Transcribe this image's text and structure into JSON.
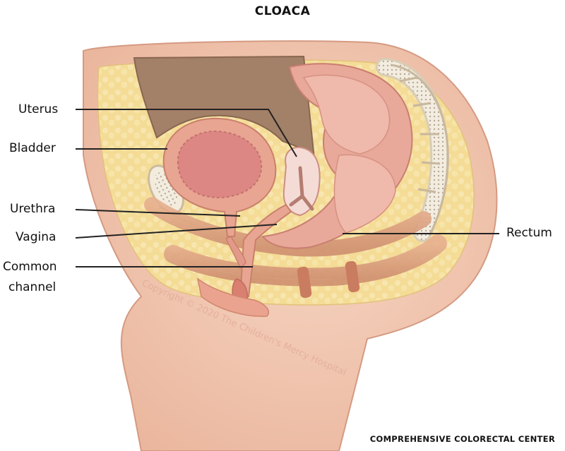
{
  "title": "CLOACA",
  "labels": {
    "uterus": "Uterus",
    "bladder": "Bladder",
    "urethra": "Urethra",
    "vagina": "Vagina",
    "common_line1": "Common",
    "common_line2": "channel",
    "rectum": "Rectum"
  },
  "watermark": "Copyright © 2020 The Children's Mercy Hospital",
  "footer": "COMPREHENSIVE COLORECTAL CENTER",
  "colors": {
    "skin": "#f3c9b4",
    "fat": "#f5e0a0",
    "organ": "#e7a48f",
    "bladder_inner": "#dc8a85",
    "dark_cavity": "#a07a64"
  }
}
